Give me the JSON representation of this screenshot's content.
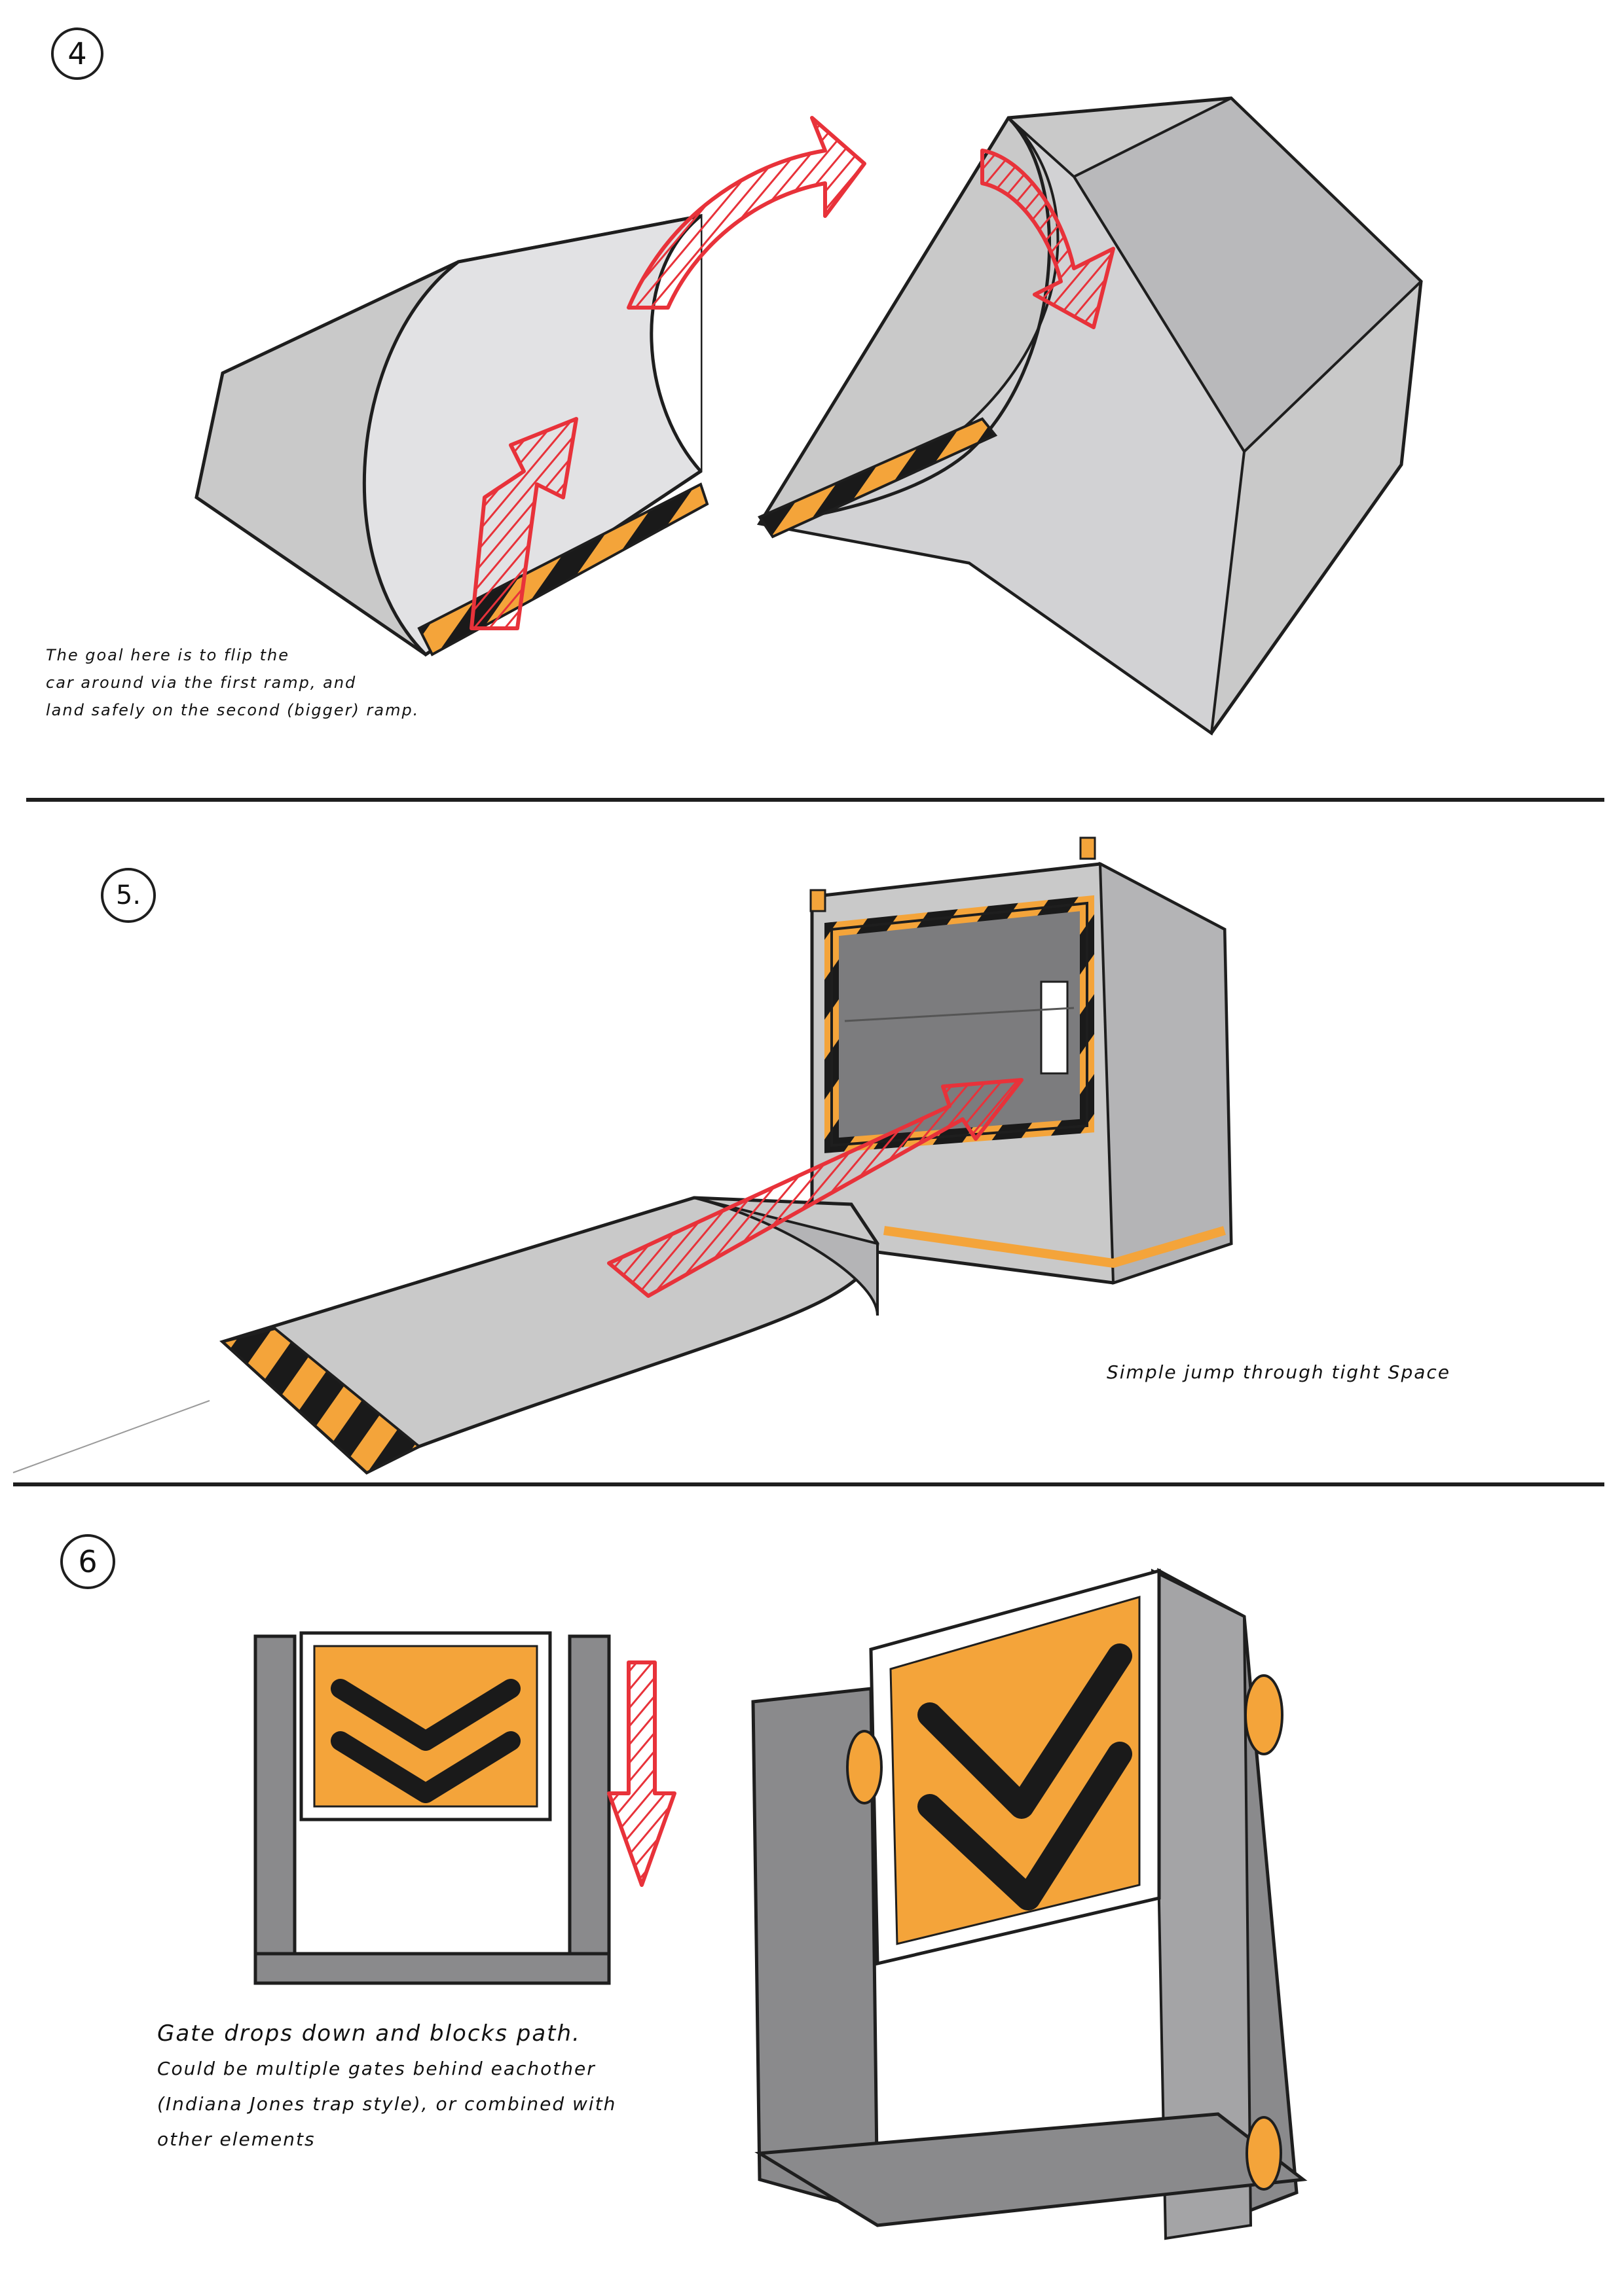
{
  "sections": [
    {
      "number": "4",
      "caption_lines": [
        "The goal here is to flip the",
        "car around via the first ramp, and",
        "land safely on the second (bigger) ramp."
      ]
    },
    {
      "number": "5.",
      "caption_lines": [
        "Simple jump through tight Space"
      ]
    },
    {
      "number": "6",
      "caption_lines": [
        "Gate drops down and blocks path.",
        "Could be multiple gates behind eachother",
        "(Indiana Jones trap style), or combined with",
        "other elements"
      ]
    }
  ],
  "colors": {
    "ramp_grey": "#c9c9c9",
    "ramp_light": "#e2e2e4",
    "hazard_orange": "#f4a43a",
    "stripe_black": "#1a1a1a",
    "arrow_red": "#e8323a",
    "outline": "#1e1e1e"
  }
}
